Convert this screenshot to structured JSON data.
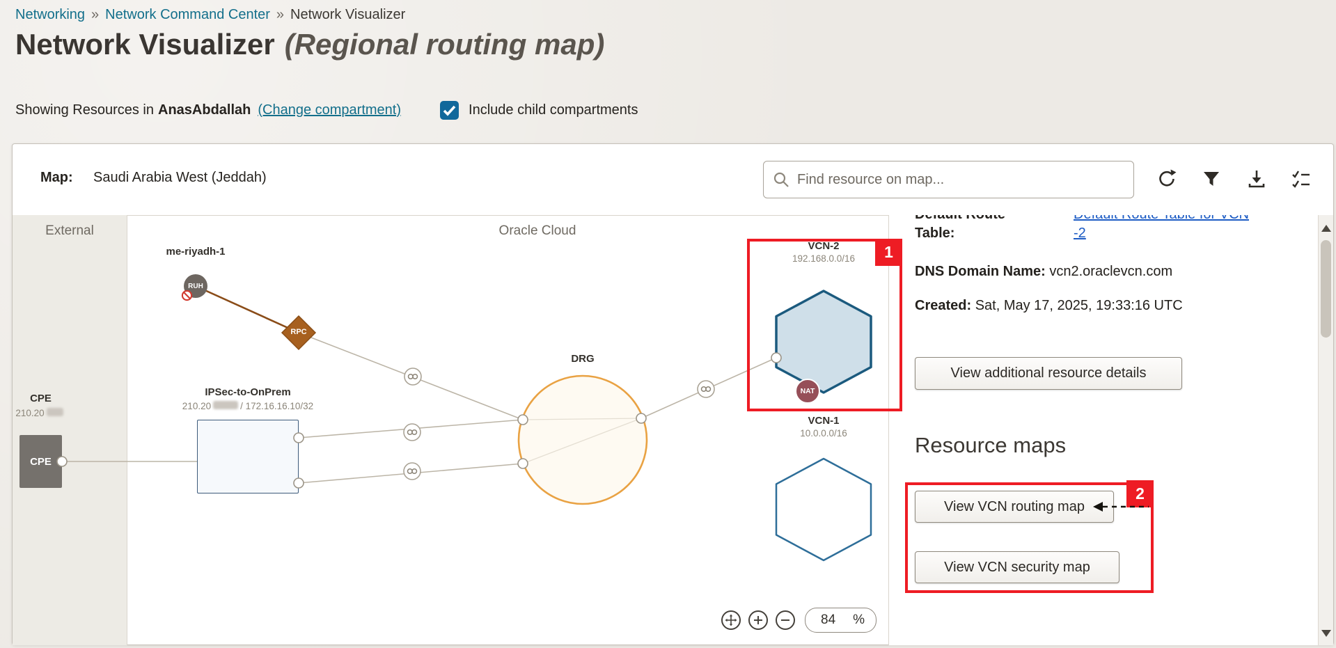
{
  "breadcrumb": {
    "separator": "»",
    "items": [
      {
        "label": "Networking"
      },
      {
        "label": "Network Command Center"
      },
      {
        "label": "Network Visualizer"
      }
    ]
  },
  "page": {
    "title": "Network Visualizer",
    "subtitle": "(Regional routing map)"
  },
  "compartment": {
    "prefix": "Showing Resources in",
    "name": "AnasAbdallah",
    "change_link": "(Change compartment)",
    "checkbox_label": "Include child compartments",
    "checked": true
  },
  "toolbar": {
    "map_label": "Map:",
    "map_value": "Saudi Arabia West (Jeddah)",
    "search_placeholder": "Find resource on map..."
  },
  "canvas": {
    "external_label": "External",
    "cloud_label": "Oracle Cloud",
    "ruh": {
      "name": "me-riyadh-1",
      "badge": "RUH"
    },
    "rpc": {
      "label": "RPC"
    },
    "ipsec": {
      "title": "IPSec-to-OnPrem",
      "ip_prefix": "210.20",
      "ip_suffix": "/ 172.16.16.10/32"
    },
    "cpe": {
      "title": "CPE",
      "ip": "210.20",
      "box_label": "CPE"
    },
    "drg": {
      "label": "DRG"
    },
    "vcn2": {
      "title": "VCN-2",
      "cidr": "192.168.0.0/16",
      "nat_badge": "NAT"
    },
    "vcn1": {
      "title": "VCN-1",
      "cidr": "10.0.0.0/16"
    },
    "zoom": {
      "value": "84",
      "unit": "%"
    },
    "annotation_1": "1"
  },
  "details": {
    "route_table_label_lines": [
      "Default Route",
      "Table:"
    ],
    "route_table_link_lines": [
      "Default Route Table for VCN",
      "-2"
    ],
    "dns_label": "DNS Domain Name:",
    "dns_value": "vcn2.oraclevcn.com",
    "created_label": "Created:",
    "created_value": "Sat, May 17, 2025, 19:33:16 UTC",
    "additional_details_button": "View additional resource details",
    "resource_maps_title": "Resource maps",
    "routing_map_button": "View VCN routing map",
    "security_map_button": "View VCN security map",
    "annotation_2": "2"
  },
  "colors": {
    "breadcrumb_link": "#136f8b",
    "content_link": "#1c5bc4",
    "annotation_red": "#ee1c24",
    "checkbox_teal": "#11689b",
    "drg_orange": "#e9a243",
    "rpc_brown": "#a7601f",
    "vcn_border": "#1b5a7e",
    "vcn_fill": "#cfdfe9",
    "nat_maroon": "#964f58"
  }
}
